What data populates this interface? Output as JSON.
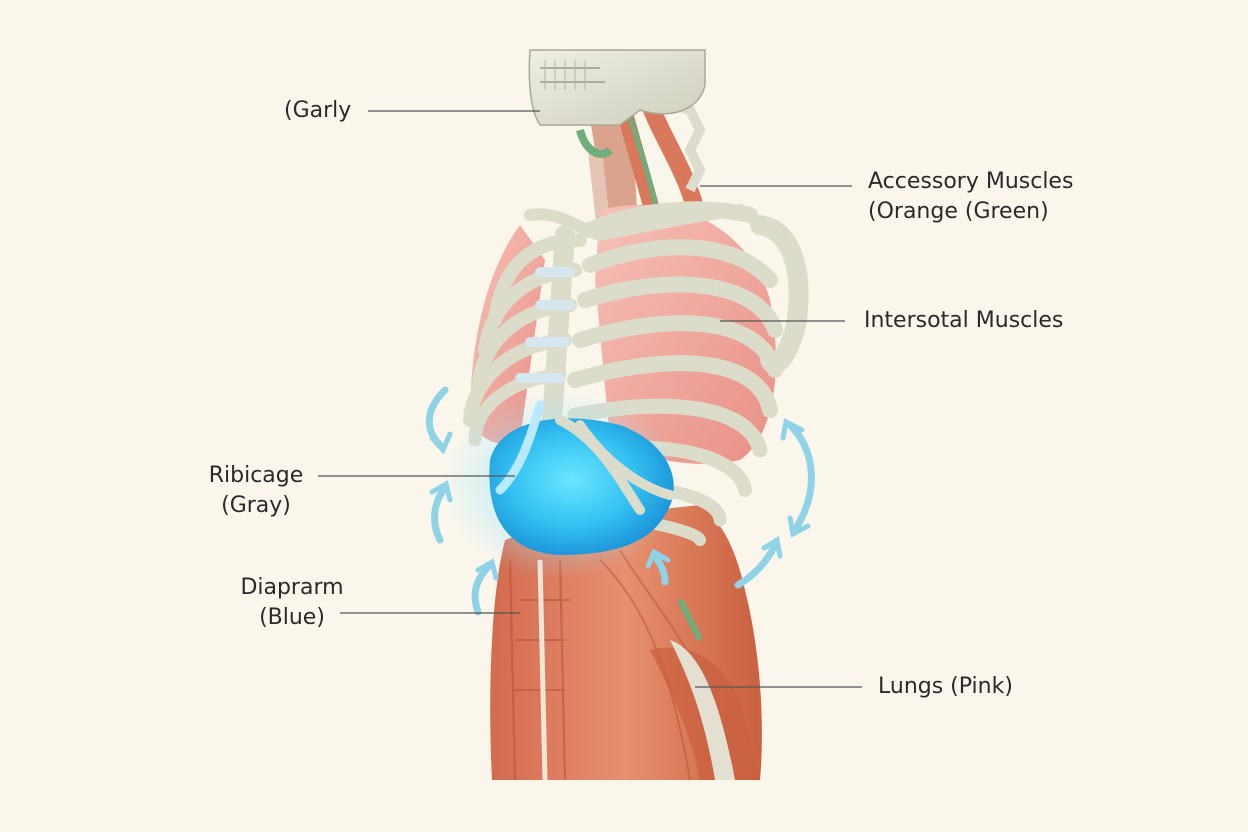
{
  "labels": {
    "garly": {
      "line1": "(Garly"
    },
    "accessory": {
      "line1": "Accessory Muscles",
      "line2": "(Orange (Green)"
    },
    "intercostal": {
      "line1": "Intersotal Muscles"
    },
    "ribcage": {
      "line1": "Ribicage",
      "line2": "(Gray)"
    },
    "diaphragm": {
      "line1": "Diaprarm",
      "line2": "(Blue)"
    },
    "lungs": {
      "line1": "Lungs (Pink)"
    }
  },
  "colors": {
    "background": "#fbf6ec",
    "bone": "#e1e1d2",
    "lung": "#f0a79c",
    "muscle": "#d9785a",
    "accessory_green": "#6fae7c",
    "diaphragm": "#38c8f4",
    "arrow": "#8fd3e6",
    "leader": "#555555"
  },
  "icons": [
    "breathing-arrow-icon"
  ]
}
